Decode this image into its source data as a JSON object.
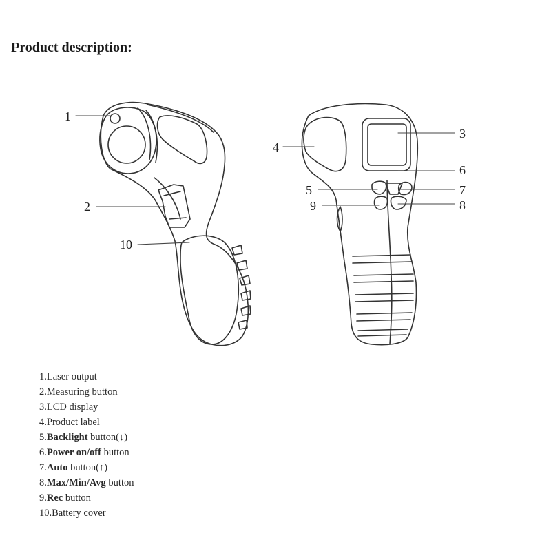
{
  "title": "Product description:",
  "callouts": [
    "1",
    "2",
    "3",
    "4",
    "5",
    "6",
    "7",
    "8",
    "9",
    "10"
  ],
  "legend": [
    {
      "num": "1.",
      "bold": "",
      "text": "Laser output"
    },
    {
      "num": "2.",
      "bold": "",
      "text": "Measuring button"
    },
    {
      "num": "3.",
      "bold": "",
      "text": "LCD display"
    },
    {
      "num": "4.",
      "bold": "",
      "text": "Product label"
    },
    {
      "num": "5.",
      "bold": "Backlight",
      "text": " button(↓)"
    },
    {
      "num": "6.",
      "bold": "Power on/off",
      "text": " button"
    },
    {
      "num": "7.",
      "bold": "Auto",
      "text": " button(↑)"
    },
    {
      "num": "8.",
      "bold": "Max/Min/Avg",
      "text": " button"
    },
    {
      "num": "9.",
      "bold": "Rec",
      "text": " button"
    },
    {
      "num": "10.",
      "bold": "",
      "text": "Battery cover"
    }
  ]
}
